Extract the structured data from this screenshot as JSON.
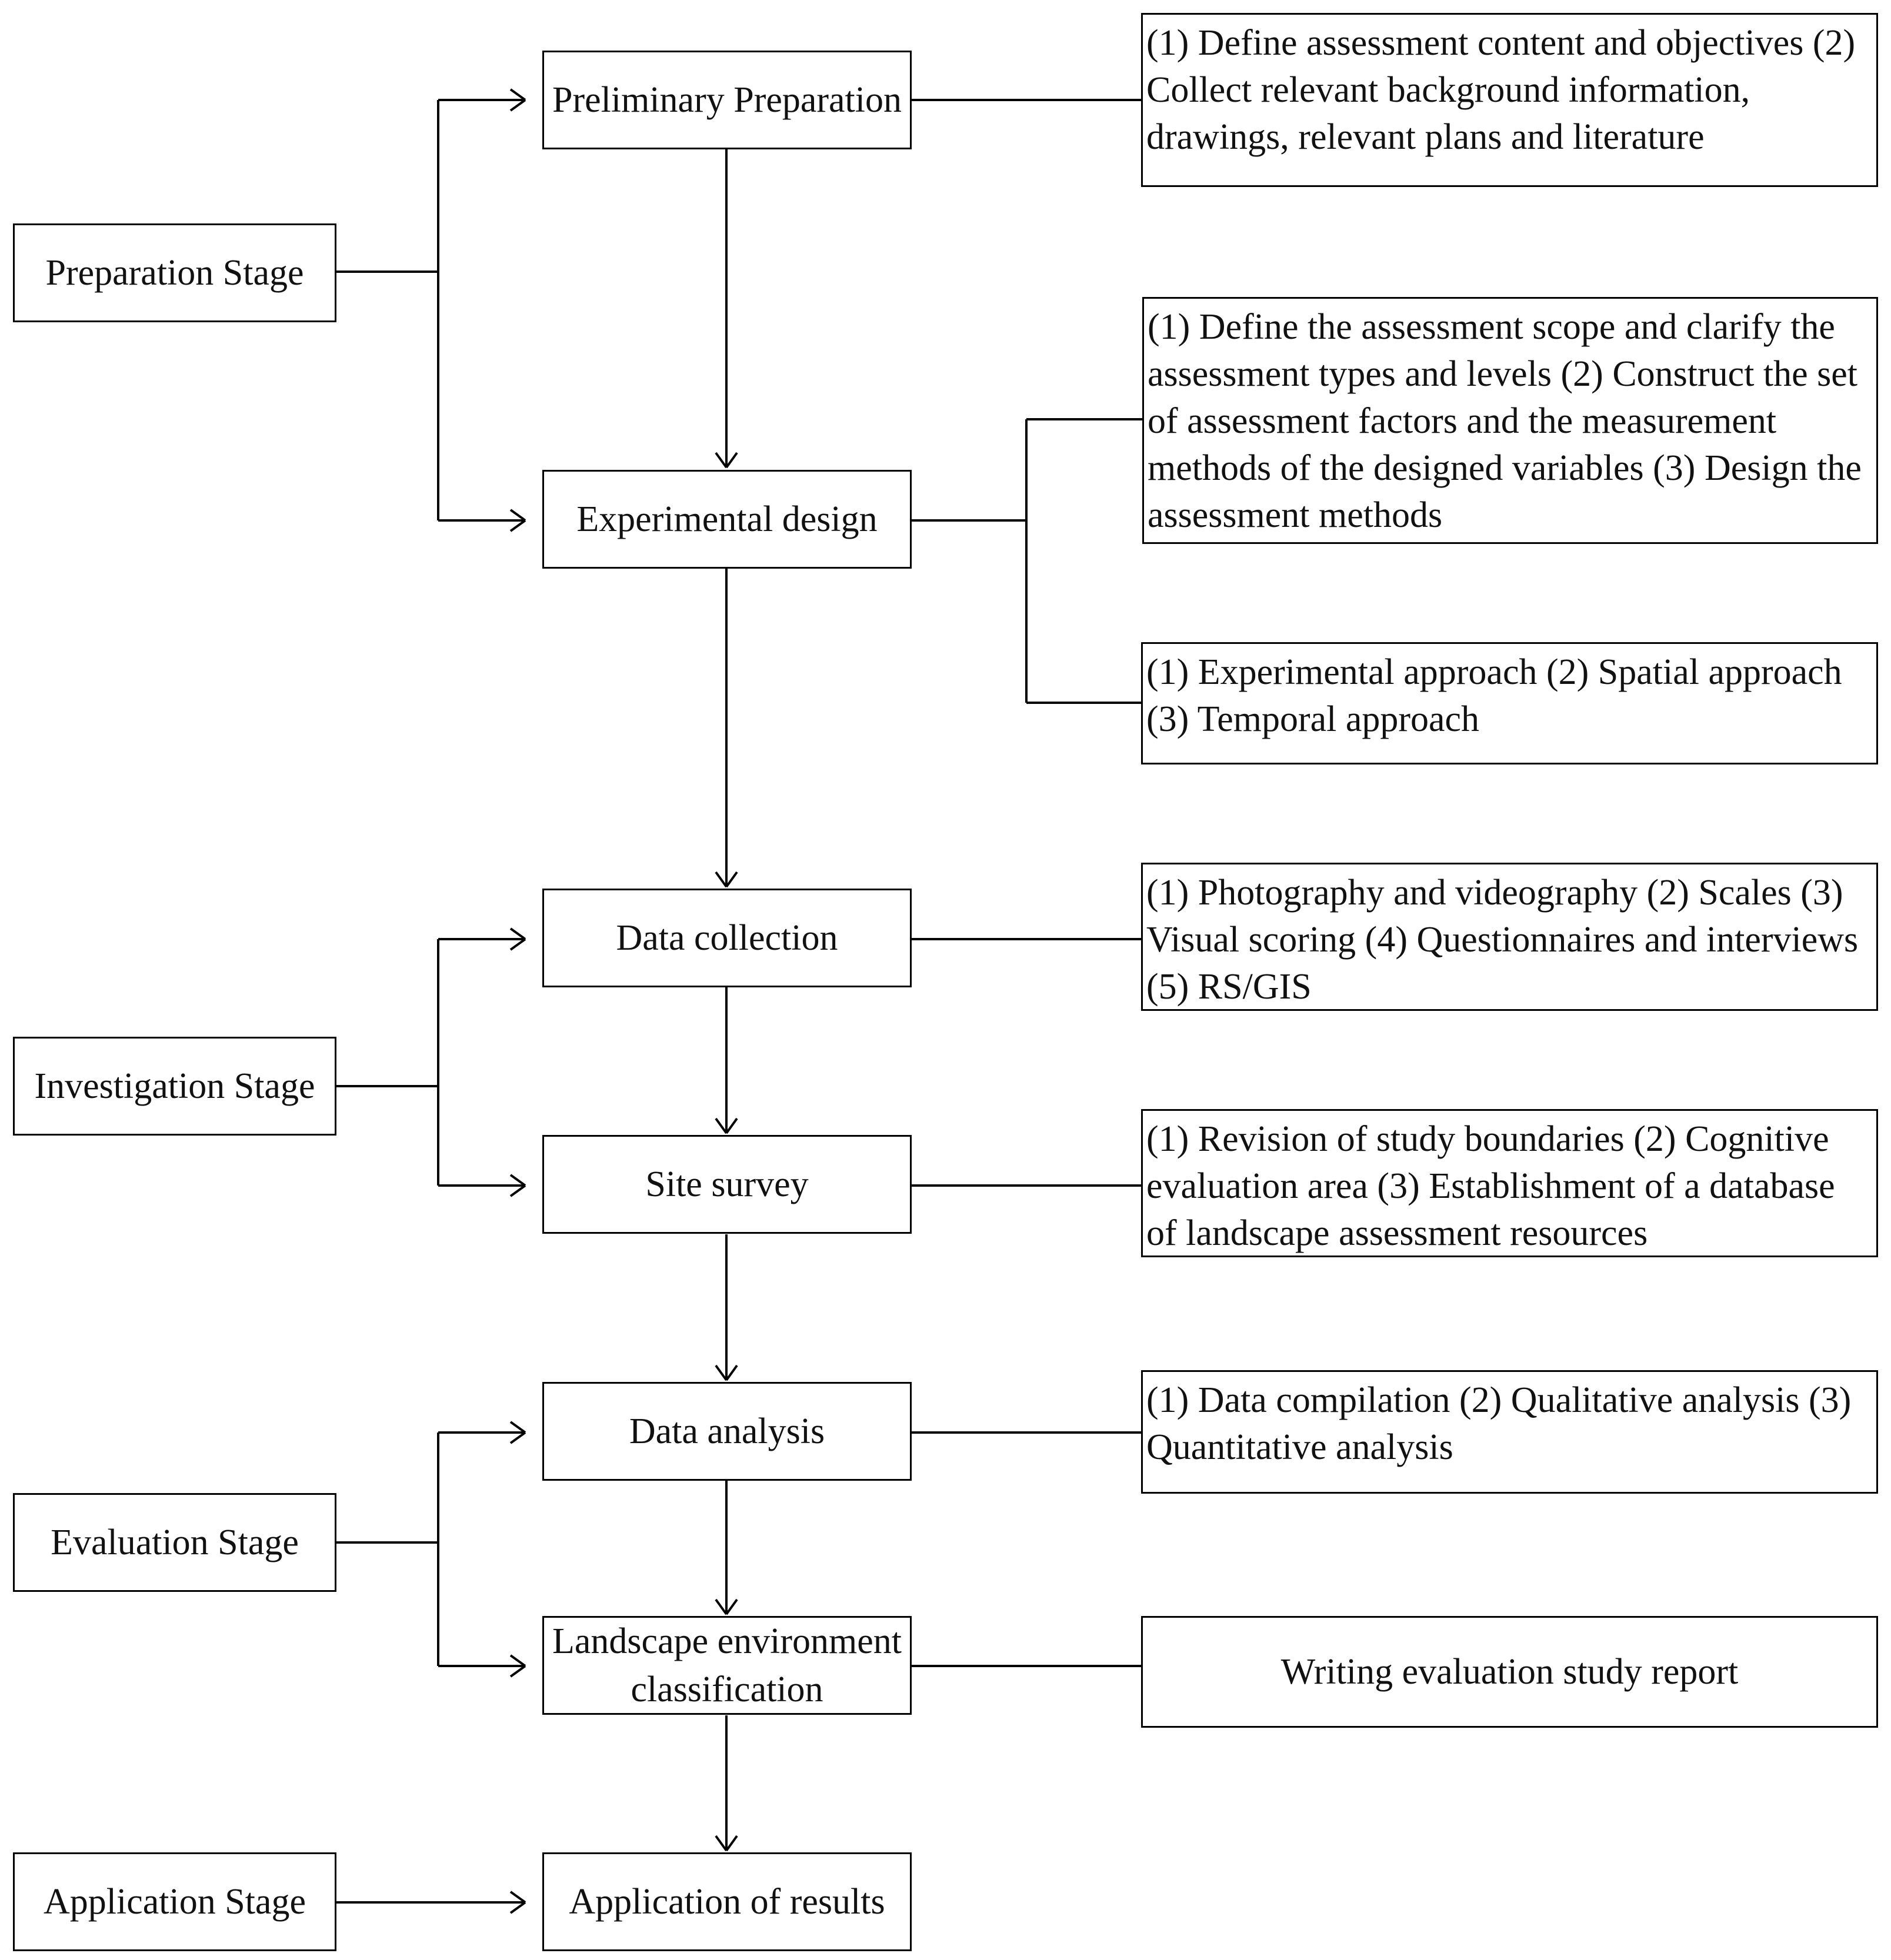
{
  "stages": {
    "preparation": "Preparation Stage",
    "investigation": "Investigation Stage",
    "evaluation": "Evaluation Stage",
    "application": "Application Stage"
  },
  "steps": {
    "preliminary_preparation": "Preliminary Preparation",
    "experimental_design": "Experimental design",
    "data_collection": "Data collection",
    "site_survey": "Site survey",
    "data_analysis": "Data analysis",
    "landscape_classification": "Landscape environment classification",
    "application_of_results": "Application of results"
  },
  "details": {
    "preliminary_preparation": "(1) Define assessment content and objectives (2) Collect relevant background information, drawings, relevant plans and literature",
    "experimental_design_scope": "(1) Define the assessment scope and clarify the assessment types and levels (2) Construct the set of assessment factors and the measurement methods of the designed variables (3) Design the assessment methods",
    "experimental_design_approach": "(1) Experimental approach (2) Spatial approach (3) Temporal approach",
    "data_collection": "(1) Photography and videography (2) Scales (3) Visual scoring (4) Questionnaires and interviews (5) RS/GIS",
    "site_survey": "(1) Revision of study boundaries (2) Cognitive evaluation area (3) Establishment of a database of landscape assessment resources",
    "data_analysis": "(1) Data compilation (2) Qualitative analysis (3) Quantitative analysis",
    "landscape_classification": "Writing evaluation study report"
  }
}
